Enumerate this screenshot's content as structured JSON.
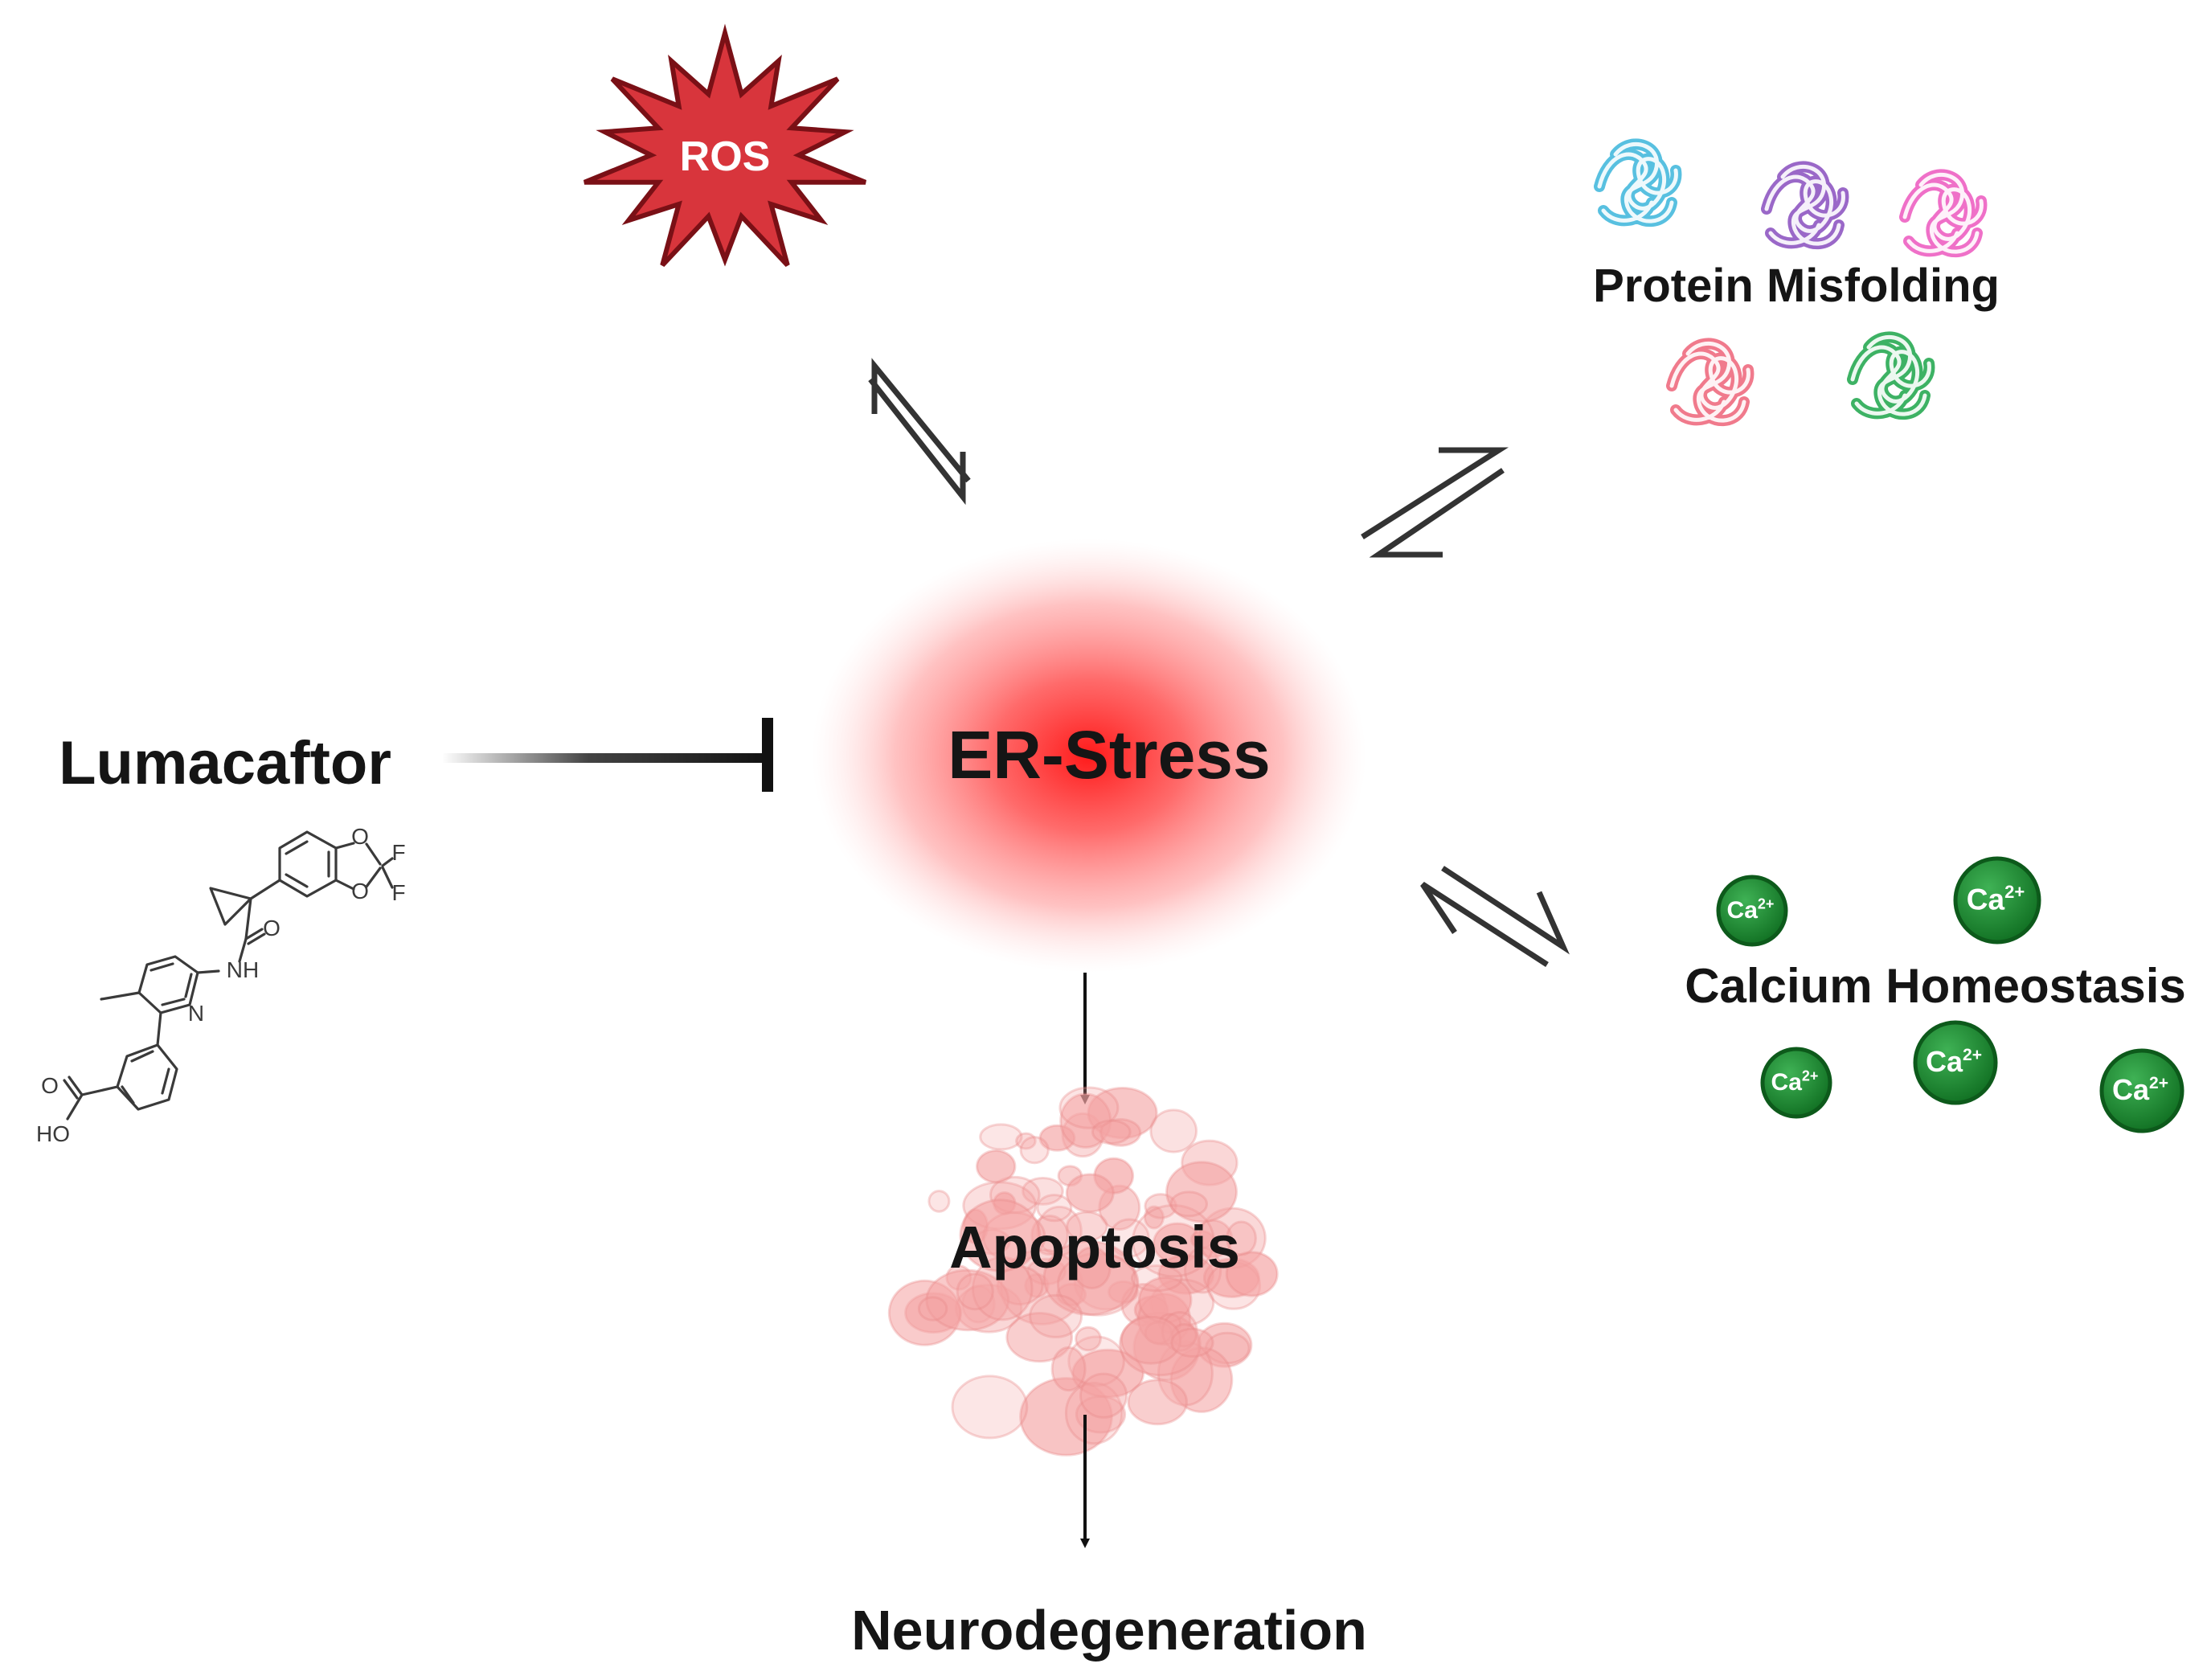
{
  "nodes": {
    "center": {
      "label": "ER-Stress"
    },
    "ros": {
      "label": "ROS"
    },
    "protein": {
      "label": "Protein Misfolding"
    },
    "calcium": {
      "label": "Calcium Homeostasis",
      "ion_label": "Ca2+"
    },
    "drug": {
      "label": "Lumacaftor"
    },
    "apoptosis": {
      "label": "Apoptosis"
    },
    "neuro": {
      "label": "Neurodegeneration"
    }
  },
  "molecule": {
    "atoms": {
      "o1": "O",
      "o2": "O",
      "f1": "F",
      "f2": "F",
      "o3": "O",
      "nh": "NH",
      "n": "N",
      "o4": "O",
      "ho": "HO"
    }
  },
  "colors": {
    "ros_fill": "#d8353c",
    "center_glow": "#ff1a1a",
    "apoptosis_fill": "#f4a3a3",
    "calcium_green": "#1d8a32",
    "protein_colors": [
      "#58c0e0",
      "#9a68c8",
      "#ef70c8",
      "#f07a8c",
      "#3db264"
    ]
  }
}
